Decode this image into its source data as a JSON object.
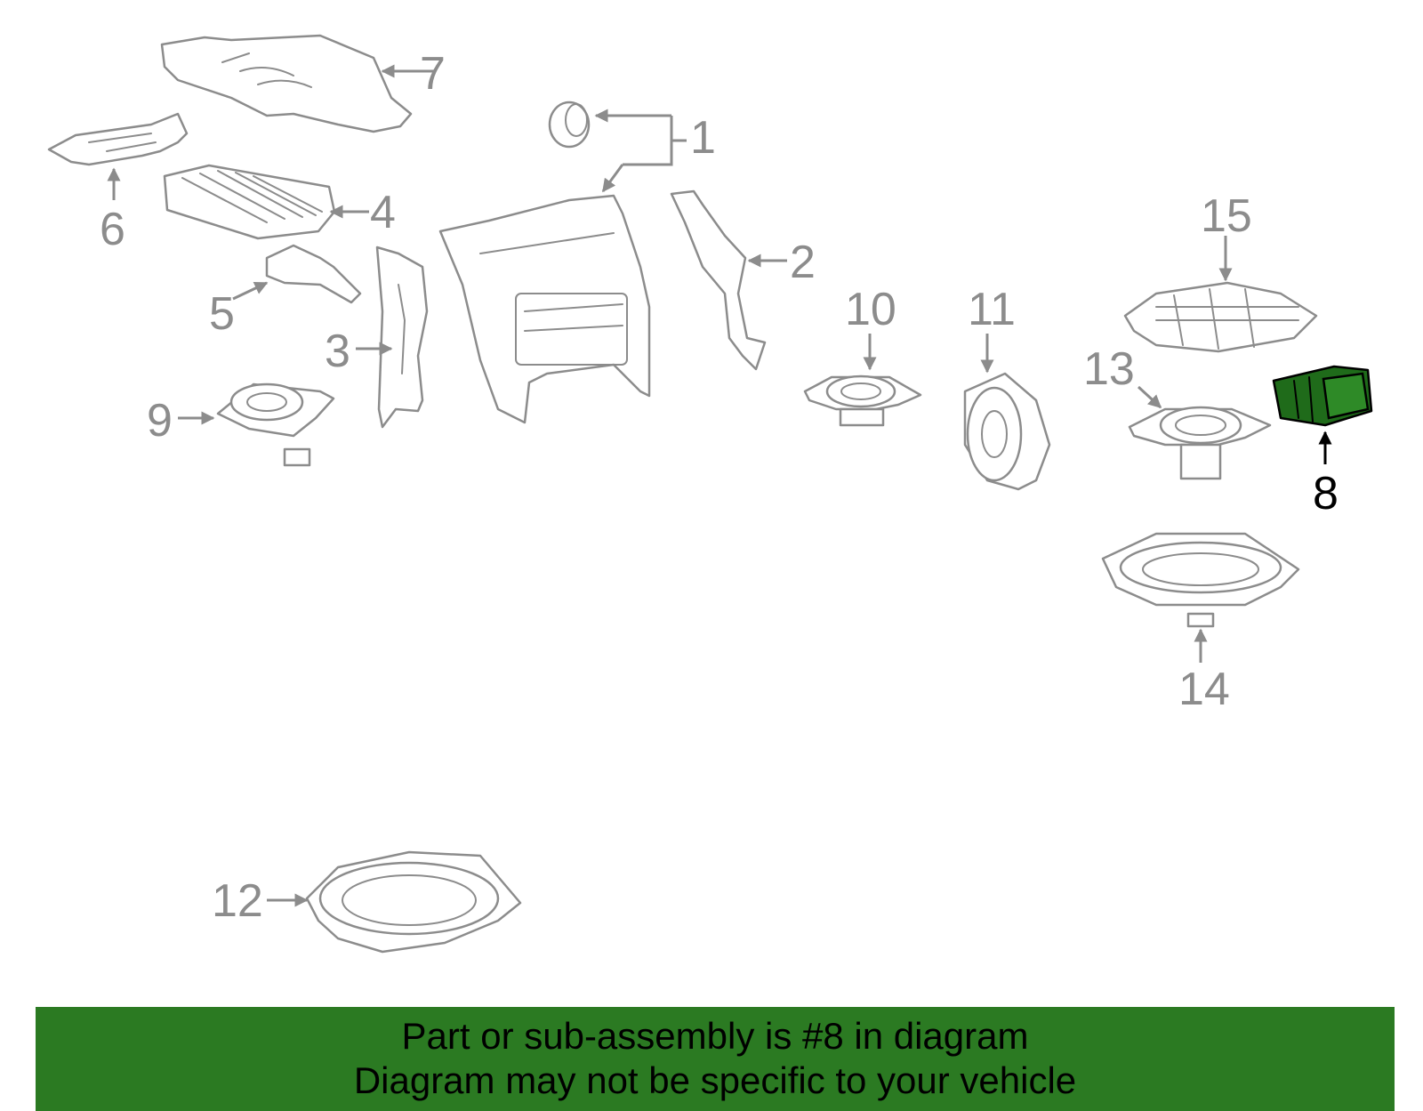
{
  "diagram": {
    "callouts": {
      "c1": "1",
      "c2": "2",
      "c3": "3",
      "c4": "4",
      "c5": "5",
      "c6": "6",
      "c7": "7",
      "c8": "8",
      "c9": "9",
      "c10": "10",
      "c11": "11",
      "c12": "12",
      "c13": "13",
      "c14": "14",
      "c15": "15"
    },
    "highlighted_part": "8",
    "highlight_color": "#2b7a22",
    "line_color": "#8c8c8c"
  },
  "banner": {
    "line1": "Part or sub-assembly is #8 in diagram",
    "line2": "Diagram may not be specific to your vehicle"
  }
}
